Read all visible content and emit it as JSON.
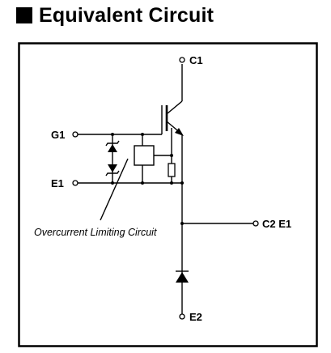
{
  "header": {
    "title": "Equivalent Circuit"
  },
  "terminals": {
    "c1": "C1",
    "g1": "G1",
    "e1": "E1",
    "c2e1": "C2 E1",
    "e2": "E2"
  },
  "annotation": {
    "label": "Overcurrent Limiting Circuit"
  },
  "colors": {
    "line": "#000000",
    "background": "#ffffff"
  }
}
